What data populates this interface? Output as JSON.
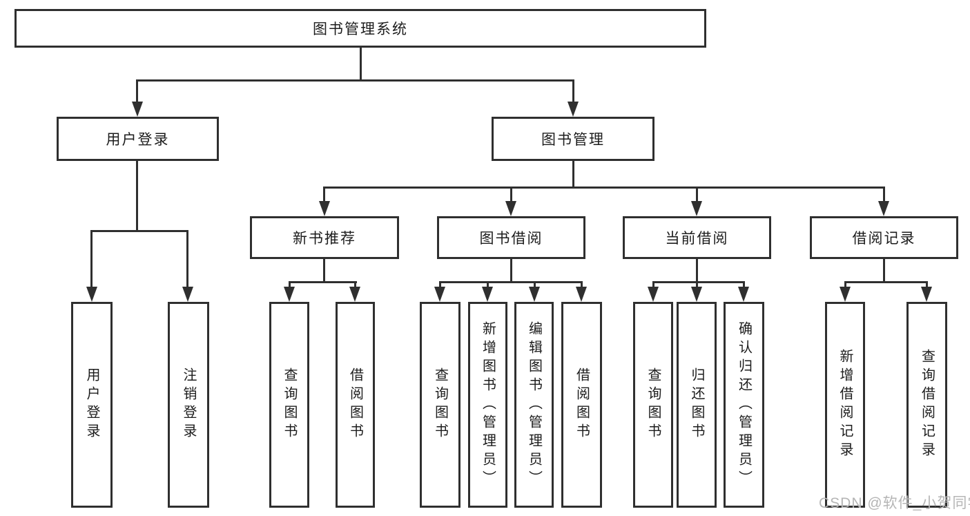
{
  "nodes": {
    "root": {
      "label": "图书管理系统"
    },
    "level2": [
      {
        "label": "用户登录"
      },
      {
        "label": "图书管理"
      }
    ],
    "level3": [
      {
        "label": "新书推荐"
      },
      {
        "label": "图书借阅"
      },
      {
        "label": "当前借阅"
      },
      {
        "label": "借阅记录"
      }
    ],
    "leaves": [
      {
        "label": "用户登录"
      },
      {
        "label": "注销登录"
      },
      {
        "label": "查询图书"
      },
      {
        "label": "借阅图书"
      },
      {
        "label": "查询图书"
      },
      {
        "label": "新增图书（管理员）"
      },
      {
        "label": "编辑图书（管理员）"
      },
      {
        "label": "借阅图书"
      },
      {
        "label": "查询图书"
      },
      {
        "label": "归还图书"
      },
      {
        "label": "确认归还（管理员）"
      },
      {
        "label": "新增借阅记录"
      },
      {
        "label": "查询借阅记录"
      }
    ]
  },
  "watermark": {
    "text": "CSDN @软件_小贺同学"
  },
  "colors": {
    "line": "#2f2f2f",
    "text": "#1c1c1c",
    "watermark": "#b5b5b5",
    "background": "#ffffff"
  }
}
